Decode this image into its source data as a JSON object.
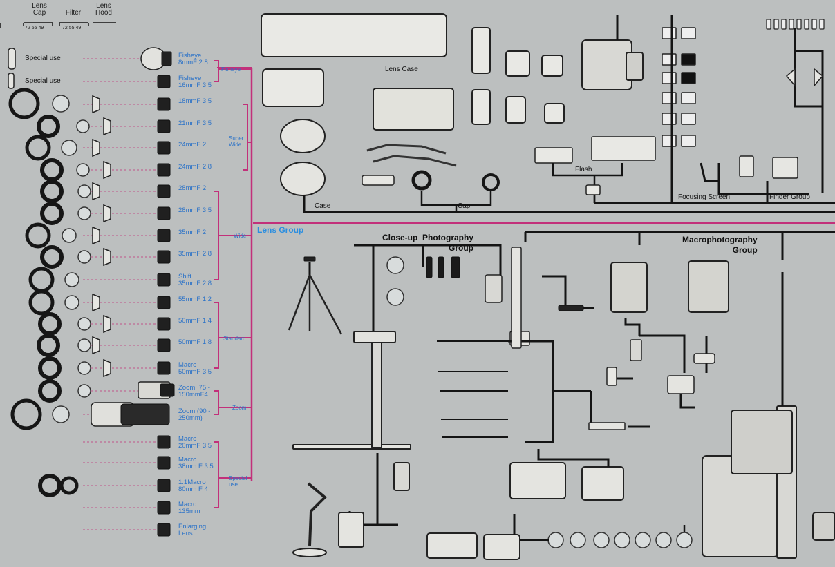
{
  "header": {
    "lens_cap": "Lens\nCap",
    "filter": "Filter",
    "lens_hood": "Lens\nHood",
    "cap_sizes": "72  55  49",
    "filter_sizes": "72 55 49"
  },
  "special_use_labels": [
    "Special use",
    "Special use"
  ],
  "lenses": [
    {
      "name": "Fisheye\n8mmF 2.8"
    },
    {
      "name": "Fisheye\n16mmF 3.5"
    },
    {
      "name": "18mmF 3.5"
    },
    {
      "name": "21mmF 3.5"
    },
    {
      "name": "24mmF 2"
    },
    {
      "name": "24mmF 2.8"
    },
    {
      "name": "28mmF 2"
    },
    {
      "name": "28mmF 3.5"
    },
    {
      "name": "35mmF 2"
    },
    {
      "name": "35mmF 2.8"
    },
    {
      "name": "Shift\n35mmF 2.8"
    },
    {
      "name": "55mmF 1.2"
    },
    {
      "name": "50mmF 1.4"
    },
    {
      "name": "50mmF 1.8"
    },
    {
      "name": "Macro\n50mmF 3.5"
    },
    {
      "name": "Zoom  75 -\n150mmF4"
    },
    {
      "name": "Zoom (90 -\n250mm)"
    },
    {
      "name": "Macro\n20mmF 3.5"
    },
    {
      "name": "Macro\n38mm F 3.5"
    },
    {
      "name": "1:1Macro\n80mm F 4"
    },
    {
      "name": "Macro\n135mm"
    },
    {
      "name": "Enlarging\nLens"
    }
  ],
  "categories": {
    "fisheye": "Fisheye",
    "super_wide": "Super\nWide",
    "wide": "Wide",
    "standard": "Standard",
    "zoom": "Zoom",
    "special_use": "Special\nuse"
  },
  "labels": {
    "lens_case": "Lens Case",
    "case": "Case",
    "cap": "Cap",
    "flash": "Flash",
    "focusing_screen": "Focusing Screen",
    "finder_group": "Finder Group",
    "lens_group": "Lens Group",
    "closeup_group": "Close-up  Photography\nGroup",
    "macro_group": "Macrophotography\nGroup"
  },
  "colors": {
    "background": "#bcbfbf",
    "line": "#141414",
    "magenta": "#c2307a",
    "lens_text_blue": "#2a72c8",
    "lens_group_blue": "#2a8ee0"
  }
}
